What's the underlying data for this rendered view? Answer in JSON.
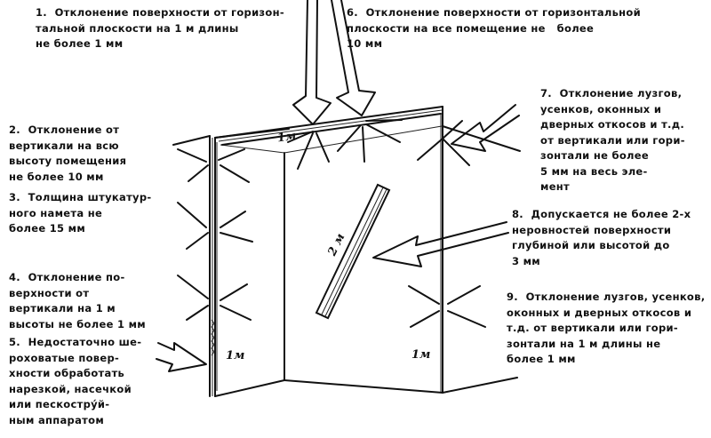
{
  "annotations": {
    "n1": "1.  Отклонение поверхности от горизон-\nтальной плоскости на 1 м длины\nне более 1 мм",
    "n6": "6.  Отклонение поверхности от горизонтальной\nплоскости на все помещение не   более\n10 мм",
    "n2": "2.  Отклонение от\nвертикали на всю\nвысоту помещения\nне более 10 мм",
    "n3": "3.  Толщина штукатур-\nного намета не\nболее 15 мм",
    "n4": "4.  Отклонение по-\nверхности от\nвертикали на 1 м\nвысоты не более 1 мм",
    "n5": "5.  Недостаточно ше-\nроховатые повер-\nхности обработать\nнарезкой, насечкой\nили пескостру́й-\nным аппаратом",
    "n7": "7.  Отклонение лузгов,\nусенков, оконных и\nдверных откосов и т.д.\nот вертикали или гори-\nзонтали не более\n5 мм на весь эле-\nмент",
    "n8": "8.  Допускается не более 2-х\nнеровностей поверхности\nглубиной или высотой до\n3 мм",
    "n9": "9.  Отклонение лузгов, усенков,\nоконных и дверных откосов и\nт.д. от вертикали или гори-\nзонтали на 1 м длины не\nболее 1 мм"
  },
  "dimensions": {
    "top_edge": "1м",
    "rule": "2 м",
    "left_wall": "1м",
    "right_wall": "1м"
  }
}
